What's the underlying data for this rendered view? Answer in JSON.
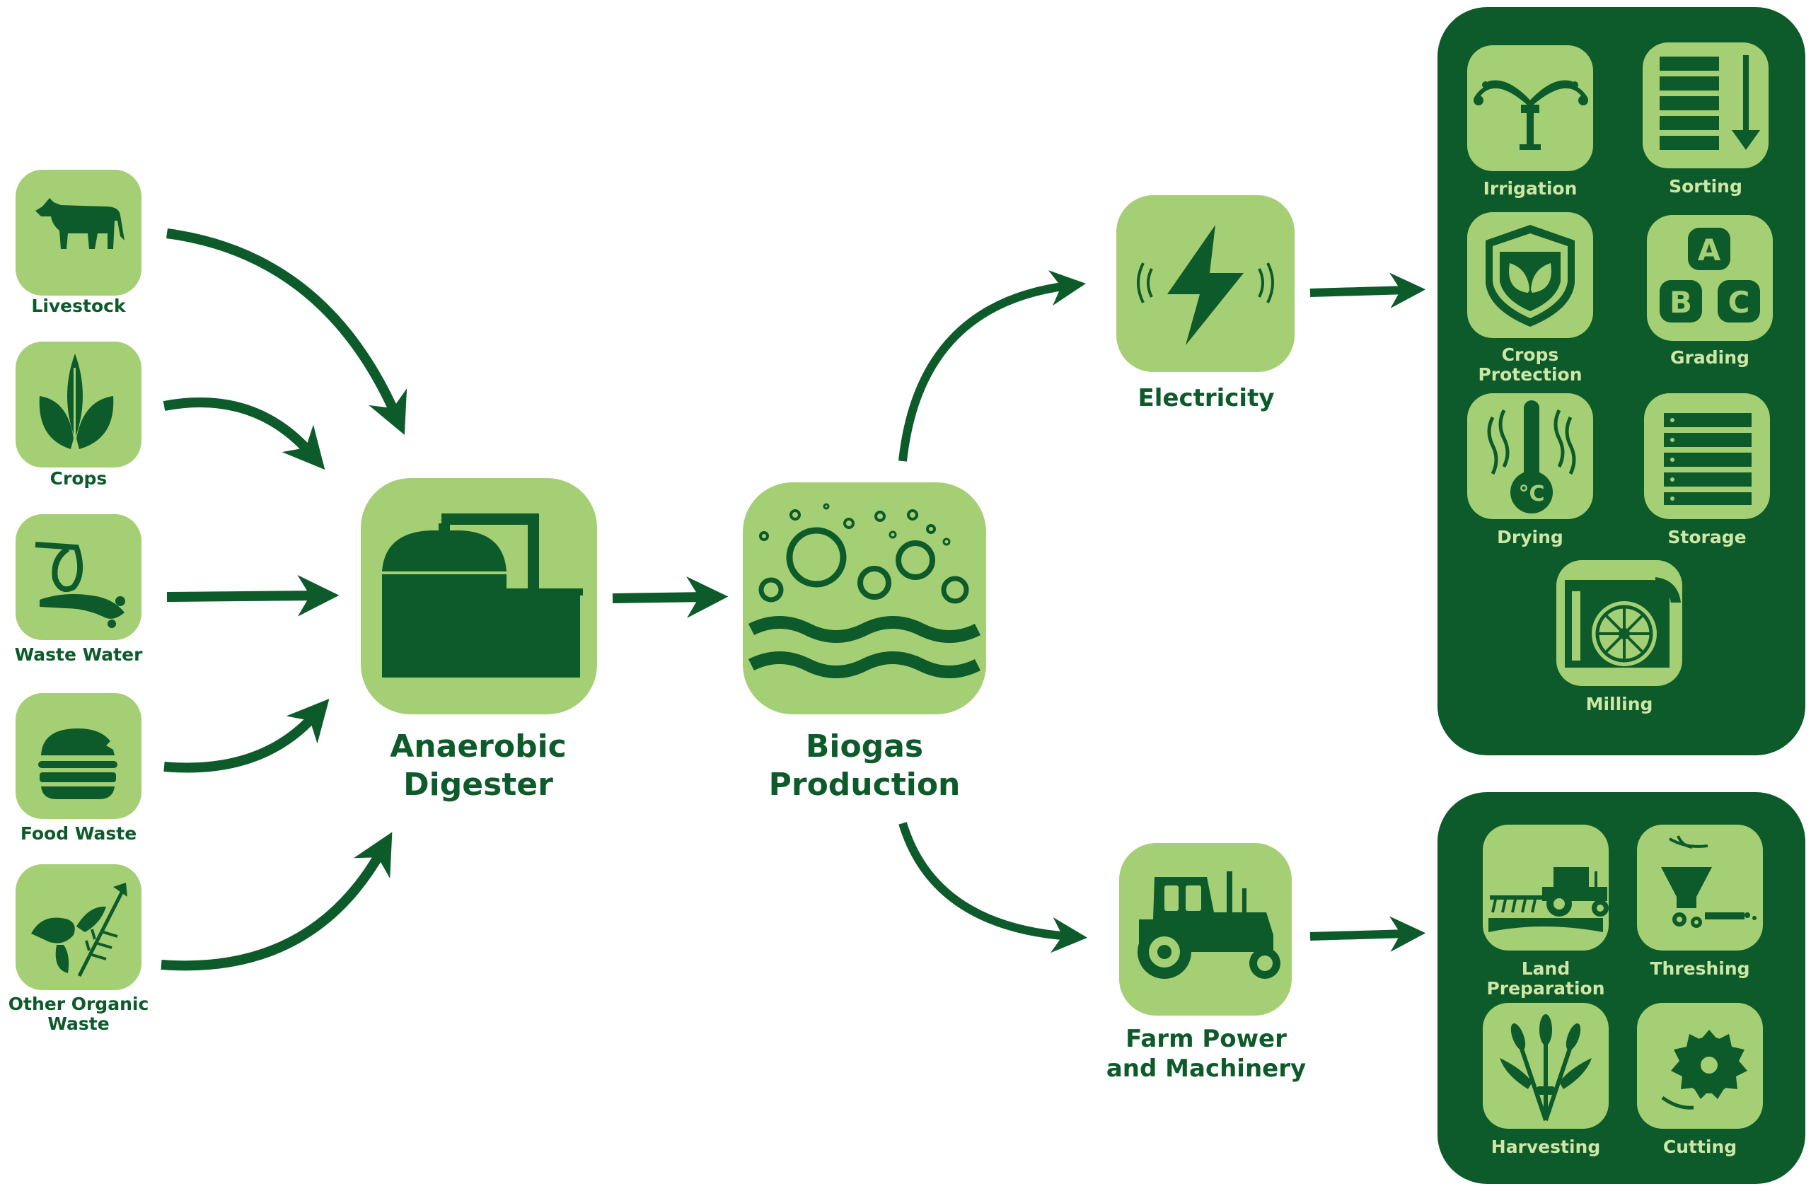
{
  "colors": {
    "dark_green": "#0d5a2a",
    "light_green": "#a5cf74",
    "panel_text": "#cfe7a6"
  },
  "inputs": [
    {
      "label": "Livestock",
      "icon": "cow-icon"
    },
    {
      "label": "Crops",
      "icon": "leaf-icon"
    },
    {
      "label": "Waste Water",
      "icon": "waste-water-icon"
    },
    {
      "label": "Food Waste",
      "icon": "burger-icon"
    },
    {
      "label": "Other Organic",
      "label2": "Waste",
      "icon": "organic-waste-icon"
    }
  ],
  "digester": {
    "line1": "Anaerobic",
    "line2": "Digester",
    "icon": "digester-tank-icon"
  },
  "biogas": {
    "line1": "Biogas",
    "line2": "Production",
    "icon": "bubbles-waves-icon"
  },
  "electricity": {
    "label": "Electricity",
    "icon": "lightning-icon"
  },
  "farm_power": {
    "line1": "Farm Power",
    "line2": "and Machinery",
    "icon": "tractor-icon"
  },
  "electricity_uses": [
    {
      "label": "Irrigation",
      "icon": "sprinkler-icon"
    },
    {
      "label": "Sorting",
      "icon": "sorting-icon"
    },
    {
      "label": "Crops",
      "label2": "Protection",
      "icon": "shield-leaf-icon"
    },
    {
      "label": "Grading",
      "icon": "abc-blocks-icon"
    },
    {
      "label": "Drying",
      "icon": "thermometer-icon"
    },
    {
      "label": "Storage",
      "icon": "storage-shelves-icon"
    },
    {
      "label": "Milling",
      "icon": "milling-machine-icon"
    }
  ],
  "machinery_uses": [
    {
      "label": "Land",
      "label2": "Preparation",
      "icon": "tractor-plough-icon"
    },
    {
      "label": "Threshing",
      "icon": "thresher-icon"
    },
    {
      "label": "Harvesting",
      "icon": "wheat-icon"
    },
    {
      "label": "Cutting",
      "icon": "saw-blade-icon"
    }
  ],
  "thermometer_unit": "°C",
  "grading_letters": [
    "A",
    "B",
    "C"
  ]
}
